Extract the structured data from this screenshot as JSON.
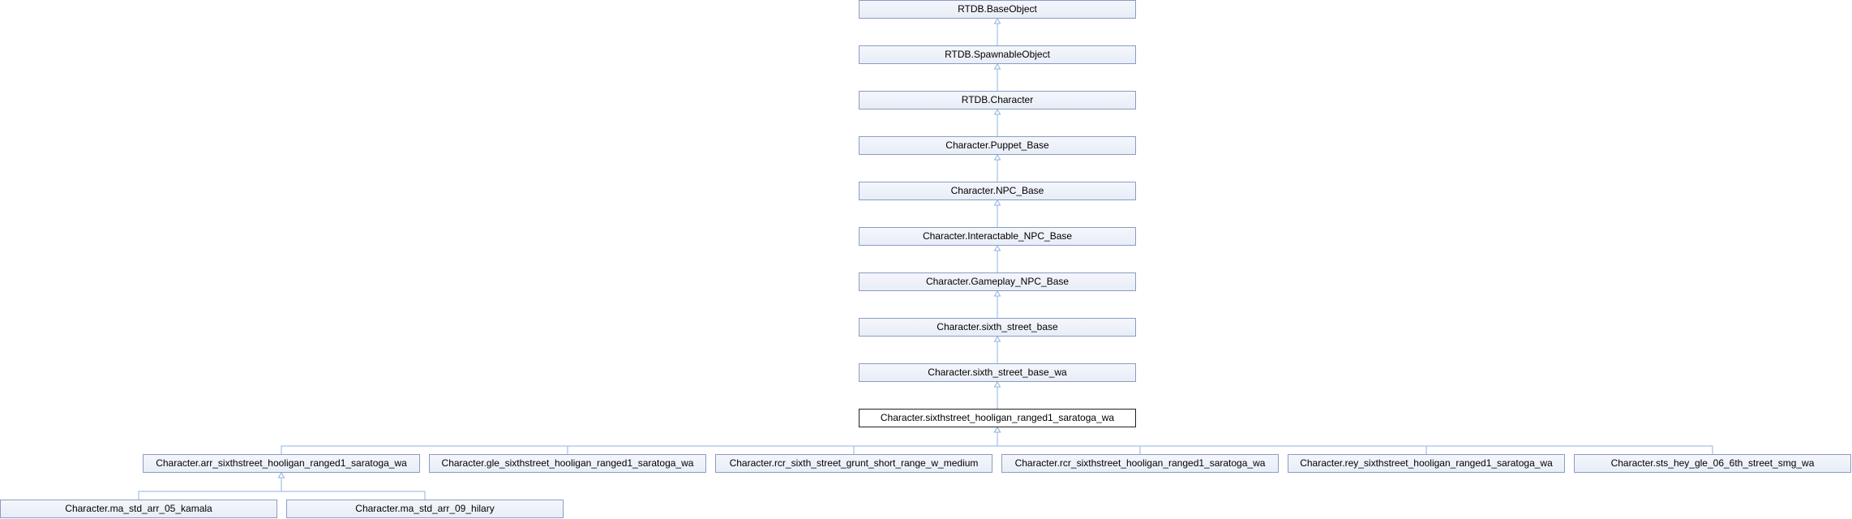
{
  "diagram": {
    "colors": {
      "edge": "#8fb3e0",
      "node_border": "#8a9cc4",
      "node_fill": "#e8edf7",
      "current_border": "#222222"
    },
    "nodes": [
      {
        "id": "base_object",
        "label": "RTDB.BaseObject",
        "current": false
      },
      {
        "id": "spawnable_object",
        "label": "RTDB.SpawnableObject",
        "current": false
      },
      {
        "id": "rtdb_character",
        "label": "RTDB.Character",
        "current": false
      },
      {
        "id": "puppet_base",
        "label": "Character.Puppet_Base",
        "current": false
      },
      {
        "id": "npc_base",
        "label": "Character.NPC_Base",
        "current": false
      },
      {
        "id": "interactable_npc_base",
        "label": "Character.Interactable_NPC_Base",
        "current": false
      },
      {
        "id": "gameplay_npc_base",
        "label": "Character.Gameplay_NPC_Base",
        "current": false
      },
      {
        "id": "sixth_street_base",
        "label": "Character.sixth_street_base",
        "current": false
      },
      {
        "id": "sixth_street_base_wa",
        "label": "Character.sixth_street_base_wa",
        "current": false
      },
      {
        "id": "hooligan_ranged1_saratoga_wa",
        "label": "Character.sixthstreet_hooligan_ranged1_saratoga_wa",
        "current": true
      },
      {
        "id": "arr_hooligan",
        "label": "Character.arr_sixthstreet_hooligan_ranged1_saratoga_wa",
        "current": false
      },
      {
        "id": "gle_hooligan",
        "label": "Character.gle_sixthstreet_hooligan_ranged1_saratoga_wa",
        "current": false
      },
      {
        "id": "rcr_grunt",
        "label": "Character.rcr_sixth_street_grunt_short_range_w_medium",
        "current": false
      },
      {
        "id": "rcr_hooligan",
        "label": "Character.rcr_sixthstreet_hooligan_ranged1_saratoga_wa",
        "current": false
      },
      {
        "id": "rey_hooligan",
        "label": "Character.rey_sixthstreet_hooligan_ranged1_saratoga_wa",
        "current": false
      },
      {
        "id": "sts_hey_gle",
        "label": "Character.sts_hey_gle_06_6th_street_smg_wa",
        "current": false
      },
      {
        "id": "ma_kamala",
        "label": "Character.ma_std_arr_05_kamala",
        "current": false
      },
      {
        "id": "ma_hilary",
        "label": "Character.ma_std_arr_09_hilary",
        "current": false
      }
    ],
    "edges": [
      {
        "from": "spawnable_object",
        "to": "base_object"
      },
      {
        "from": "rtdb_character",
        "to": "spawnable_object"
      },
      {
        "from": "puppet_base",
        "to": "rtdb_character"
      },
      {
        "from": "npc_base",
        "to": "puppet_base"
      },
      {
        "from": "interactable_npc_base",
        "to": "npc_base"
      },
      {
        "from": "gameplay_npc_base",
        "to": "interactable_npc_base"
      },
      {
        "from": "sixth_street_base",
        "to": "gameplay_npc_base"
      },
      {
        "from": "sixth_street_base_wa",
        "to": "sixth_street_base"
      },
      {
        "from": "hooligan_ranged1_saratoga_wa",
        "to": "sixth_street_base_wa"
      },
      {
        "from": "arr_hooligan",
        "to": "hooligan_ranged1_saratoga_wa"
      },
      {
        "from": "gle_hooligan",
        "to": "hooligan_ranged1_saratoga_wa"
      },
      {
        "from": "rcr_grunt",
        "to": "hooligan_ranged1_saratoga_wa"
      },
      {
        "from": "rcr_hooligan",
        "to": "hooligan_ranged1_saratoga_wa"
      },
      {
        "from": "rey_hooligan",
        "to": "hooligan_ranged1_saratoga_wa"
      },
      {
        "from": "sts_hey_gle",
        "to": "hooligan_ranged1_saratoga_wa"
      },
      {
        "from": "ma_kamala",
        "to": "arr_hooligan"
      },
      {
        "from": "ma_hilary",
        "to": "arr_hooligan"
      }
    ]
  }
}
